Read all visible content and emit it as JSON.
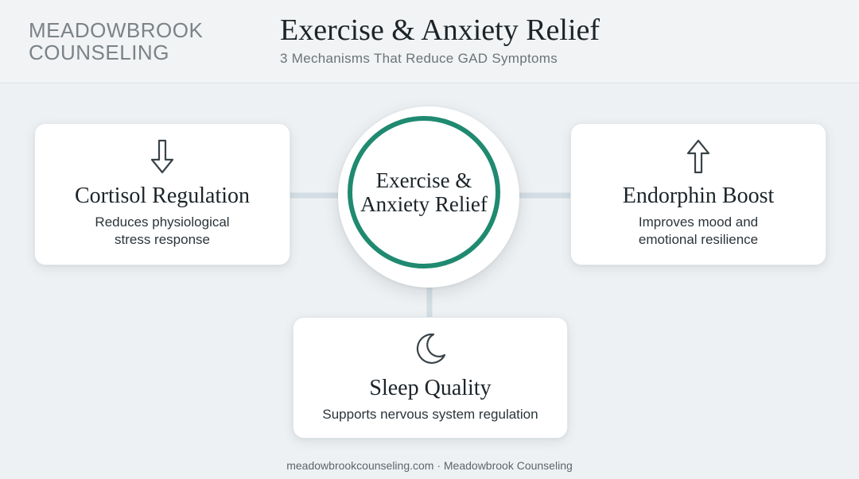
{
  "brand": {
    "line1": "MEADOWBROOK",
    "line2": "COUNSELING"
  },
  "header": {
    "title": "Exercise & Anxiety Relief",
    "subtitle": "3 Mechanisms That Reduce GAD Symptoms"
  },
  "hub": {
    "line1": "Exercise &",
    "line2": "Anxiety Relief",
    "ring_color": "#1f8a70"
  },
  "mechanisms": [
    {
      "title": "Cortisol Regulation",
      "desc_line1": "Reduces physiological",
      "desc_line2": "stress response",
      "icon": "arrow-down-icon"
    },
    {
      "title": "Endorphin Boost",
      "desc_line1": "Improves mood and",
      "desc_line2": "emotional resilience",
      "icon": "arrow-up-icon"
    },
    {
      "title": "Sleep Quality",
      "desc_line1": "Supports nervous system regulation",
      "icon": "moon-icon"
    }
  ],
  "footer": {
    "text": "meadowbrookcounseling.com · Meadowbrook Counseling"
  }
}
